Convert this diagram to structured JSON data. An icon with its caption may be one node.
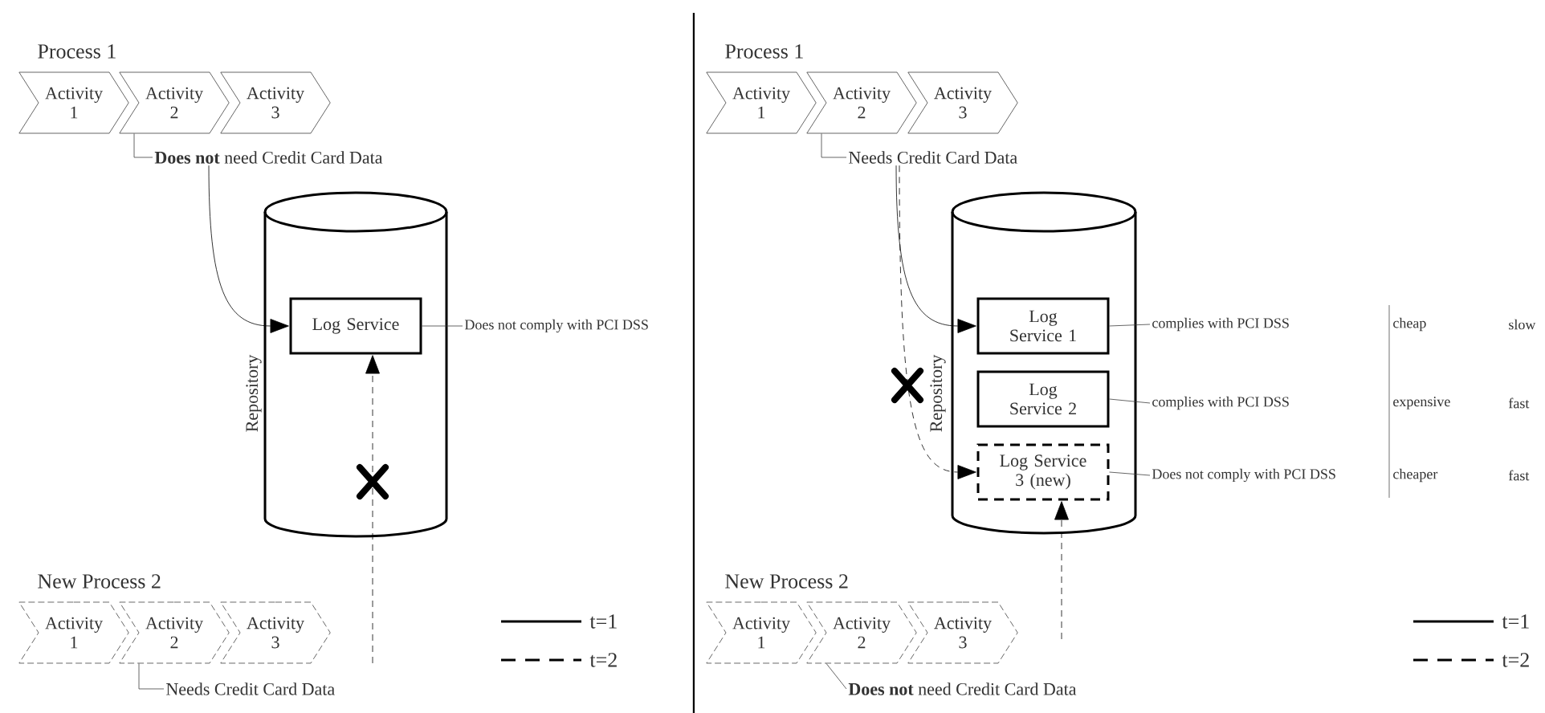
{
  "diagram": {
    "nodes": [
      {
        "text": [
          "Activity 1"
        ]
      },
      {
        "text": [
          "Activity 2"
        ]
      },
      {
        "text": [
          "Activity 3"
        ]
      },
      {
        "text": [
          "**Does not** need Credit Card Data"
        ]
      },
      {
        "text": [
          "Repository"
        ]
      },
      {
        "text": [
          "Log Service"
        ],
        "in": 4
      },
      {
        "text": [
          "Does not comply with PCI DSS"
        ]
      },
      {
        "text": [
          "Activity 1"
        ]
      },
      {
        "text": [
          "Activity 2"
        ]
      },
      {
        "text": [
          "Activity 3"
        ]
      },
      {
        "text": [
          "Needs Credit Card Data"
        ]
      },
      {
        "text": [
          "Activity 1"
        ]
      },
      {
        "text": [
          "Activity 2"
        ]
      },
      {
        "text": [
          "Activity 3"
        ]
      },
      {
        "text": [
          "Needs Credit Card Data"
        ]
      },
      {
        "text": [
          "Repository"
        ]
      },
      {
        "text": [
          "Log Service 1"
        ],
        "in": 15
      },
      {
        "text": [
          "Log Service 2"
        ],
        "in": 15
      },
      {
        "text": [
          "Log Service 3 (new)"
        ],
        "in": 15
      },
      {
        "text": [
          "complies with PCI DSS"
        ]
      },
      {
        "text": [
          "complies with PCI DSS"
        ]
      },
      {
        "text": [
          "Does not comply with PCI DSS"
        ]
      },
      {
        "text": [
          "Activity 1"
        ]
      },
      {
        "text": [
          "Activity 2"
        ]
      },
      {
        "text": [
          "Activity 3"
        ]
      },
      {
        "text": [
          "**Does not** need Credit Card Data"
        ]
      }
    ],
    "edges": [
      {
        "from": 1,
        "to": 3,
        "arrow": "none"
      },
      {
        "from": 3,
        "to": 5,
        "arrow": "to"
      },
      {
        "from": 5,
        "to": 6,
        "arrow": "none"
      },
      {
        "from": null,
        "to": 5,
        "arrow": "to",
        "style": "dashed"
      },
      {
        "from": 8,
        "to": 10,
        "arrow": "none"
      },
      {
        "from": 12,
        "to": 14,
        "arrow": "none"
      },
      {
        "from": 14,
        "to": 16,
        "arrow": "to"
      },
      {
        "from": 14,
        "to": 18,
        "arrow": "to",
        "style": "dashed"
      },
      {
        "from": 16,
        "to": 19,
        "arrow": "none"
      },
      {
        "from": 17,
        "to": 20,
        "arrow": "none"
      },
      {
        "from": 18,
        "to": 21,
        "arrow": "none"
      },
      {
        "from": null,
        "to": 18,
        "arrow": "to",
        "style": "dashed"
      },
      {
        "from": 23,
        "to": 25,
        "arrow": "none"
      }
    ],
    "labels": [
      "Process 1",
      "New Process 2",
      "Process 1",
      "New Process 2",
      "cheap",
      "slow",
      "expensive",
      "fast",
      "cheaper",
      "fast"
    ],
    "legend": [
      {
        "text": "t=1"
      },
      {
        "text": "t=2"
      },
      {
        "text": "t=1"
      },
      {
        "text": "t=2"
      }
    ]
  }
}
